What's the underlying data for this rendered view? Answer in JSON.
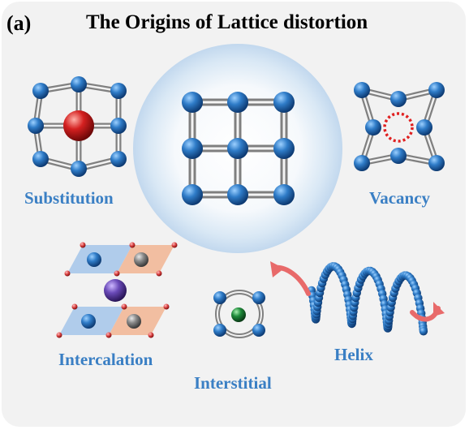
{
  "figure": {
    "panel_label": "(a)",
    "title": "The Origins of Lattice distortion"
  },
  "labels": {
    "substitution": "Substitution",
    "vacancy": "Vacancy",
    "intercalation": "Intercalation",
    "helix": "Helix",
    "interstitial": "Interstitial"
  },
  "colors": {
    "atom_blue": "#2a6fb8",
    "substitution_atom": "#d42020",
    "vacancy_ring": "#e02020",
    "interstitial_atom": "#1e8a3a",
    "intercalated_atom": "#6a4ab8",
    "small_red_atom": "#d84040",
    "label_blue": "#3a7fc4",
    "arrow": "#e86a6a"
  }
}
